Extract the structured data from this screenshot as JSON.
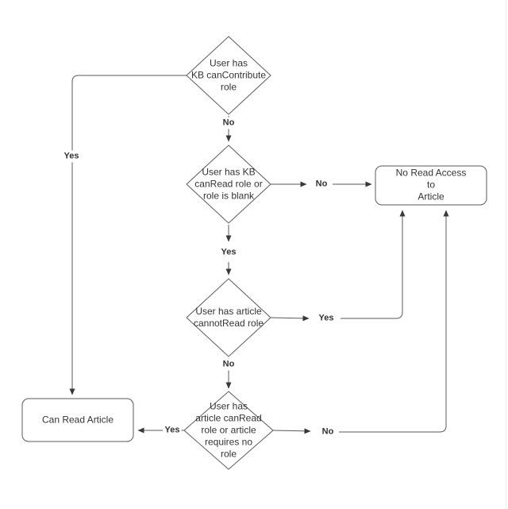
{
  "colors": {
    "background": "#ffffff",
    "shape_stroke": "#595959",
    "shape_fill": "#ffffff",
    "edge_stroke": "#595959",
    "arrowhead": "#383838",
    "text": "#333333"
  },
  "nodes": [
    {
      "id": "decision-kb-cancontribute",
      "type": "decision",
      "label": "User has\nKB canContribute\nrole"
    },
    {
      "id": "decision-kb-canread",
      "type": "decision",
      "label": "User has KB\ncanRead role or\nrole is blank"
    },
    {
      "id": "decision-article-cannotread",
      "type": "decision",
      "label": "User has article\ncannotRead role"
    },
    {
      "id": "decision-article-canread",
      "type": "decision",
      "label": "User has\narticle canRead\nrole or article\nrequires no\nrole"
    },
    {
      "id": "terminal-no-read-access",
      "type": "terminator",
      "label": "No Read Access to\nArticle"
    },
    {
      "id": "terminal-can-read",
      "type": "terminator",
      "label": "Can Read Article"
    }
  ],
  "edge_labels": [
    {
      "edge": "kb-cancontribute-no",
      "text": "No"
    },
    {
      "edge": "kb-cancontribute-yes",
      "text": "Yes"
    },
    {
      "edge": "kb-canread-no",
      "text": "No"
    },
    {
      "edge": "kb-canread-yes",
      "text": "Yes"
    },
    {
      "edge": "article-cannotread-yes",
      "text": "Yes"
    },
    {
      "edge": "article-cannotread-no",
      "text": "No"
    },
    {
      "edge": "article-canread-yes",
      "text": "Yes"
    },
    {
      "edge": "article-canread-no",
      "text": "No"
    }
  ]
}
